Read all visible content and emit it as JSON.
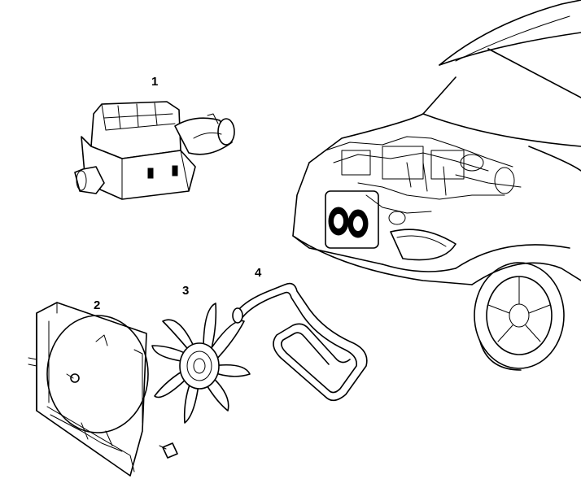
{
  "callouts": {
    "air_cleaner": "1",
    "fan_shroud": "2",
    "cooling_fan": "3",
    "drive_belt": "4"
  },
  "colors": {
    "line": "#000000",
    "background": "#ffffff"
  }
}
